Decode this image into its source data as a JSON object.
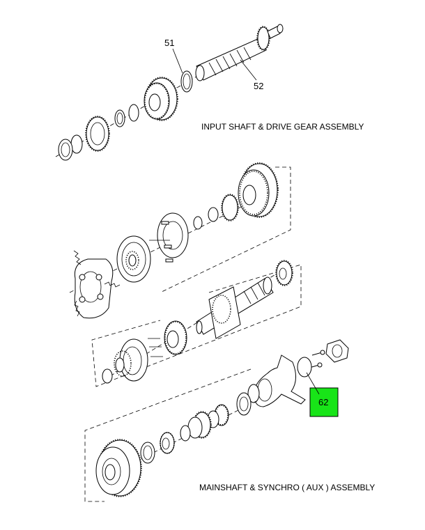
{
  "labels": {
    "input_assembly": "INPUT SHAFT & DRIVE GEAR ASSEMBLY",
    "mainshaft_assembly": "MAINSHAFT & SYNCHRO ( AUX ) ASSEMBLY"
  },
  "callouts": {
    "p51": "51",
    "p52": "52",
    "p62": "62"
  },
  "colors": {
    "highlight": "#18e418",
    "ink": "#000000"
  }
}
